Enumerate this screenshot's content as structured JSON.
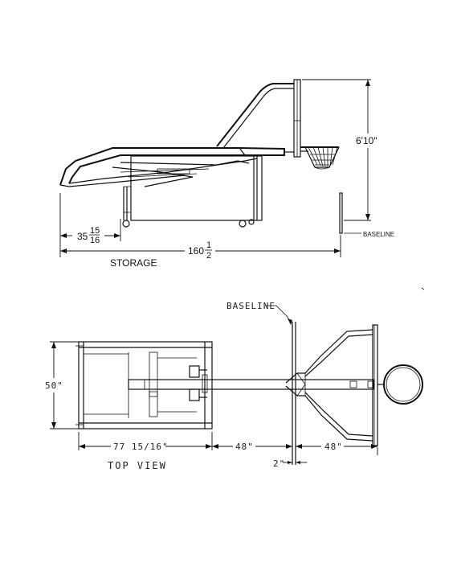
{
  "side_view": {
    "title": "STORAGE",
    "height_dim": "6'10\"",
    "baseline_label": "BASELINE",
    "overhang_whole": "35",
    "overhang_num": "15",
    "overhang_den": "16",
    "length_whole": "160",
    "length_num": "1",
    "length_den": "2"
  },
  "top_view": {
    "title": "TOP VIEW",
    "baseline_label": "BASELINE",
    "width_dim": "50\"",
    "base_length_dim": "77 15/16\"",
    "mid_dim": "48\"",
    "reach_dim": "48\"",
    "offset_dim": "2\""
  }
}
